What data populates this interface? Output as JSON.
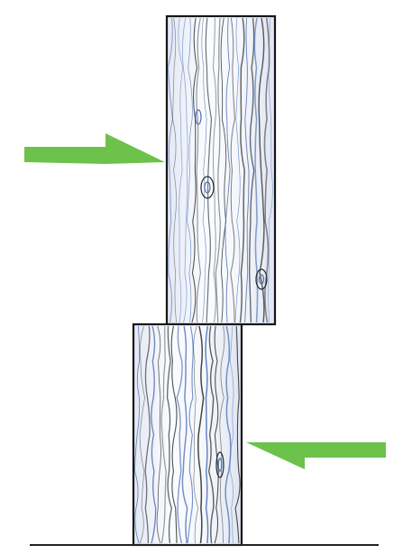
{
  "colors": {
    "background": "#ffffff",
    "arrow_fill": "#6cc24a",
    "wood_base": "#f4f6fb",
    "grain_blue": "#4a6fb5",
    "grain_dark": "#2a2a2a",
    "outline": "#151515",
    "ground_line": "#222222"
  },
  "elements": {
    "upper_block": {
      "name": "upper-wooden-block",
      "grain": "vertical",
      "knots": 3
    },
    "lower_block": {
      "name": "lower-wooden-block",
      "grain": "vertical",
      "knots": 1
    },
    "upper_arrow": {
      "name": "push-arrow-right",
      "direction": "right"
    },
    "lower_arrow": {
      "name": "push-arrow-left",
      "direction": "left"
    },
    "ground": {
      "name": "ground-line"
    }
  }
}
